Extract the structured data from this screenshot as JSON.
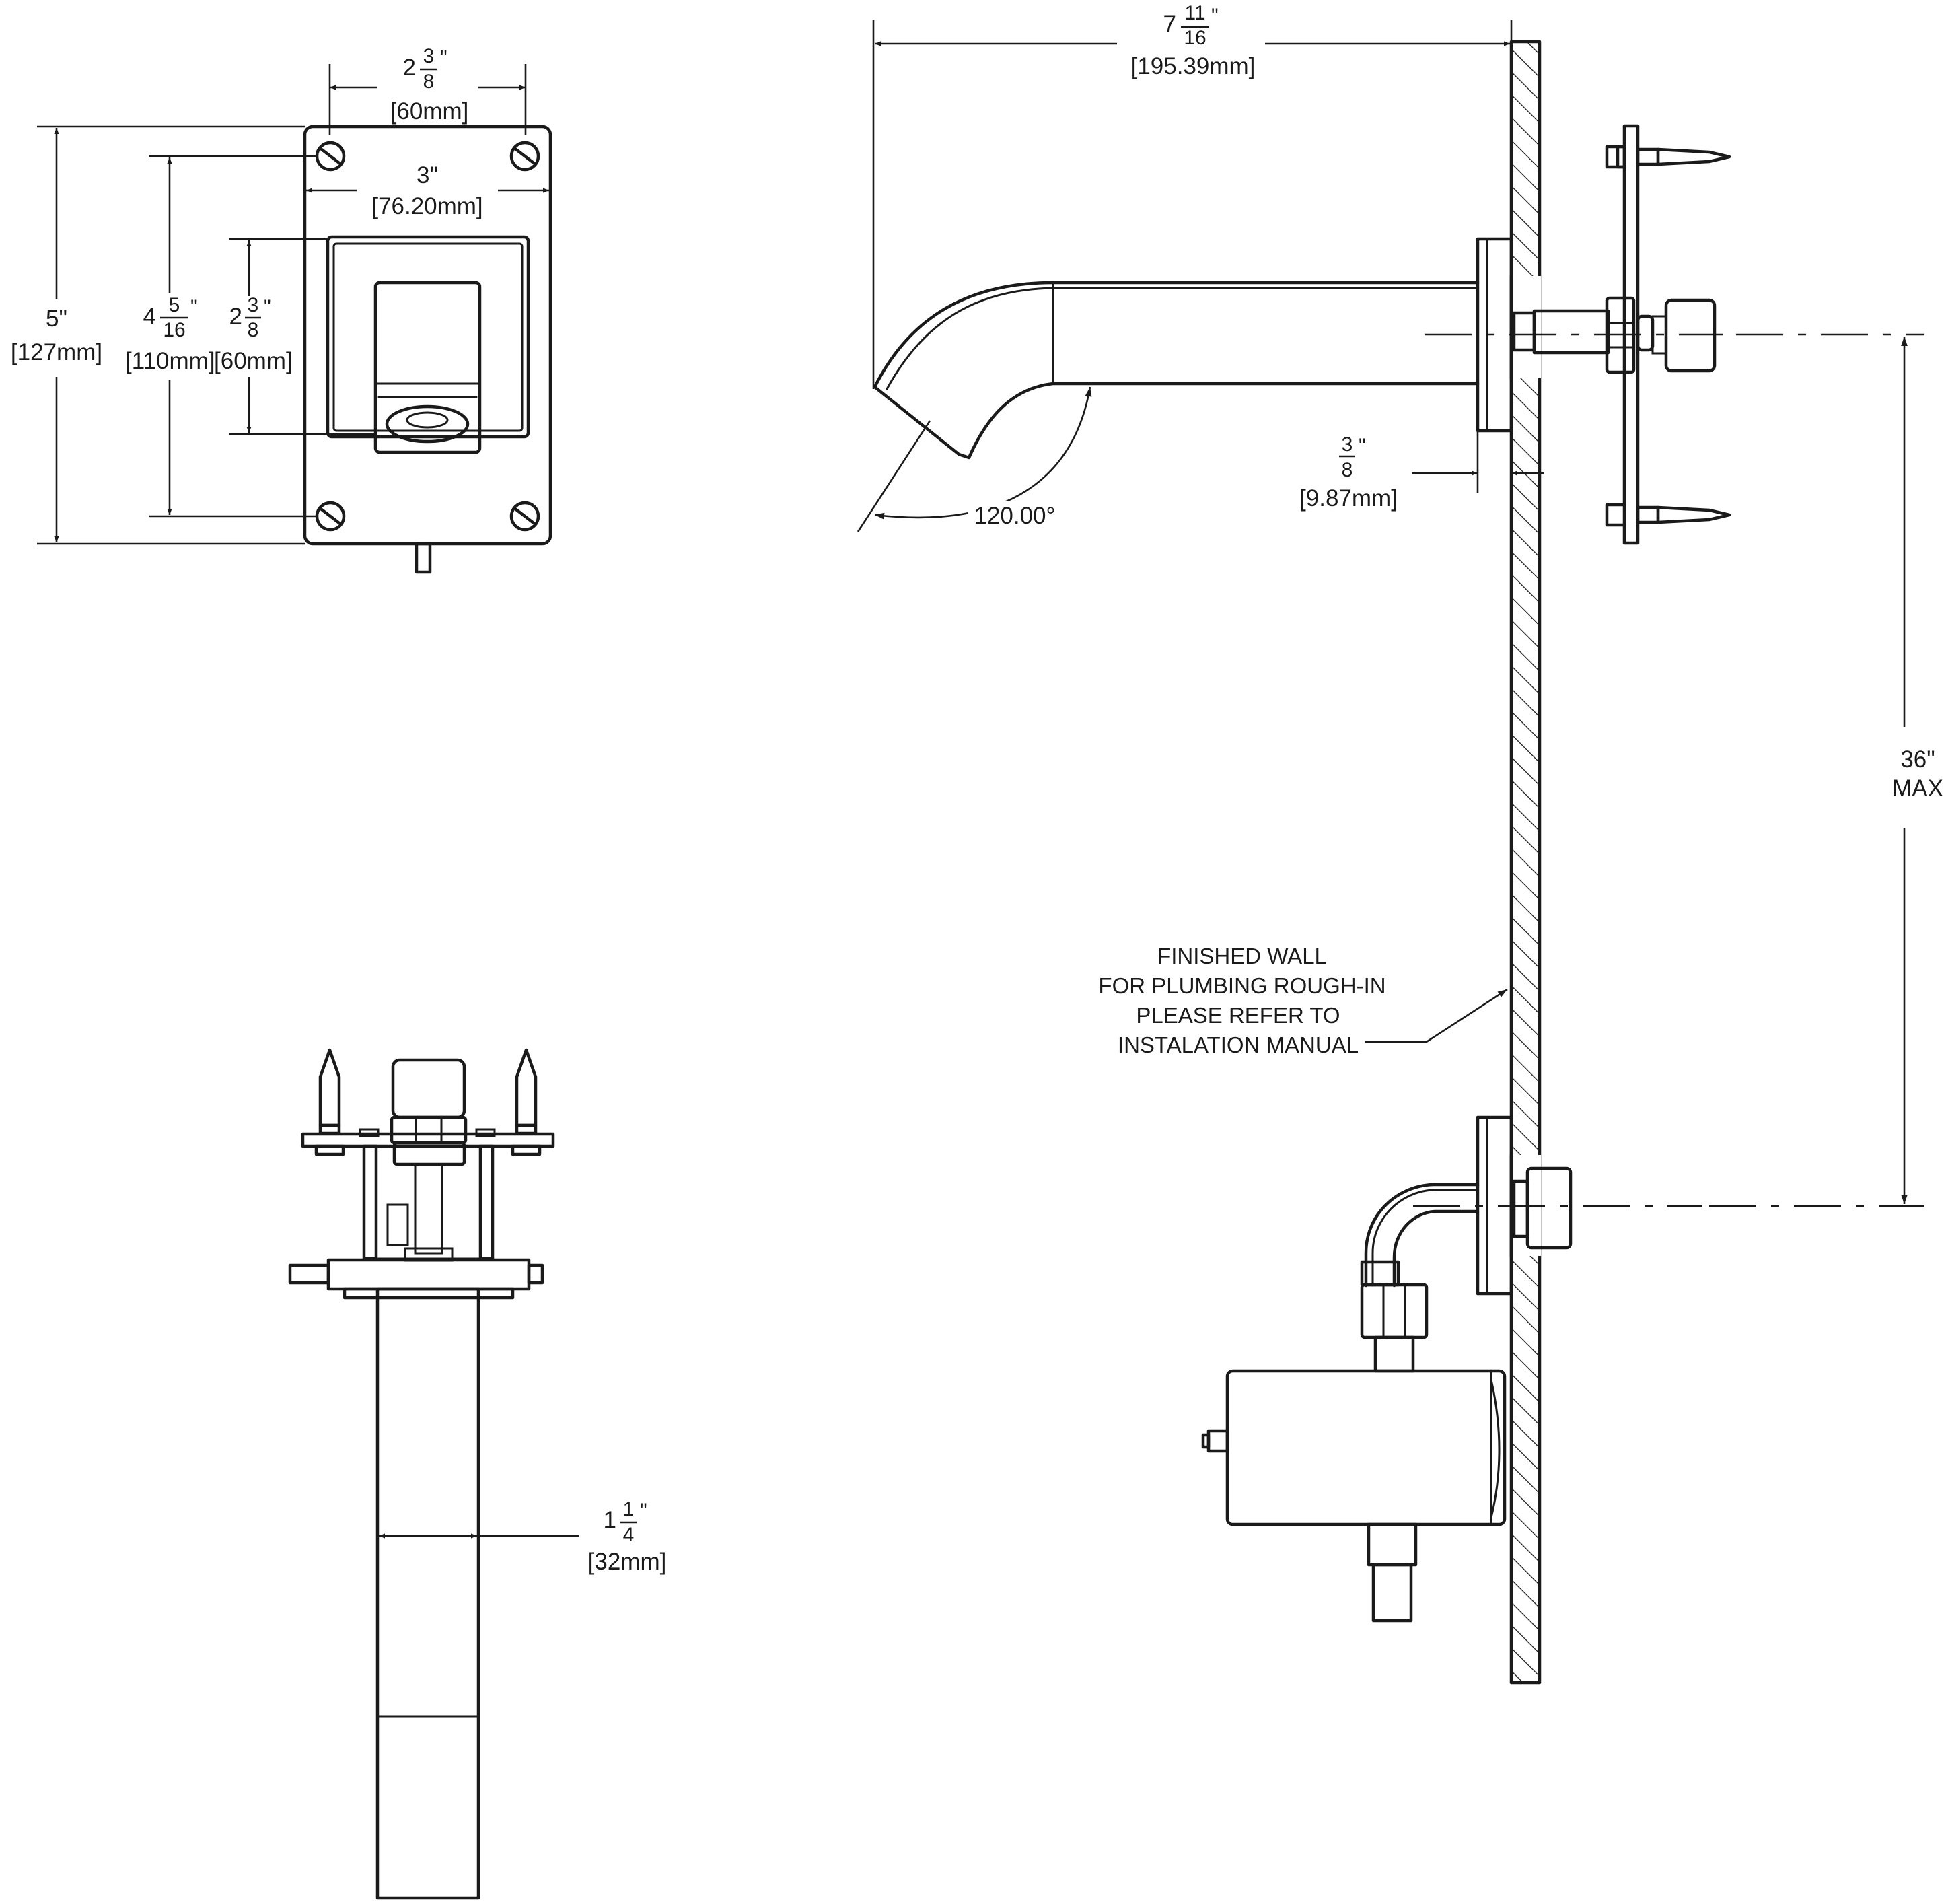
{
  "front_view": {
    "plate_width": {
      "whole": "2",
      "num": "3",
      "den": "8",
      "unit": "\"",
      "metric": "[60mm]"
    },
    "inner_width": {
      "label": "3\"",
      "metric": "[76.20mm]"
    },
    "overall_height": {
      "label": "5\"",
      "metric": "[127mm]"
    },
    "screw_spacing": {
      "whole": "4",
      "num": "5",
      "den": "16",
      "unit": "\"",
      "metric": "[110mm]"
    },
    "sensor_height": {
      "whole": "2",
      "num": "3",
      "den": "8",
      "unit": "\"",
      "metric": "[60mm]"
    }
  },
  "side_view": {
    "projection": {
      "whole": "7",
      "num": "11",
      "den": "16",
      "unit": "\"",
      "metric": "[195.39mm]"
    },
    "angle": {
      "label": "120.00°"
    },
    "flange": {
      "num": "3",
      "den": "8",
      "unit": "\"",
      "metric": "[9.87mm]"
    },
    "max_height": {
      "line1": "36\"",
      "line2": "MAX"
    },
    "wall_note": {
      "line1": "FINISHED WALL",
      "line2": "FOR PLUMBING ROUGH-IN",
      "line3": "PLEASE REFER TO",
      "line4": "INSTALATION MANUAL"
    }
  },
  "top_view": {
    "spout_width": {
      "whole": "1",
      "num": "1",
      "den": "4",
      "unit": "\"",
      "metric": "[32mm]"
    }
  }
}
